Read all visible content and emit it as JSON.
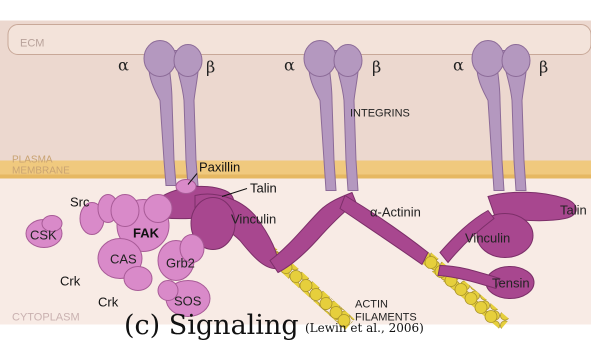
{
  "regions": {
    "ecm": "ECM",
    "membrane_line1": "PLASMA",
    "membrane_line2": "MEMBRANE",
    "cytoplasm": "CYTOPLASM"
  },
  "integrins": {
    "label": "INTEGRINS",
    "alpha": "α",
    "beta": "β"
  },
  "proteins": {
    "paxillin": "Paxillin",
    "talin": "Talin",
    "talin_right": "Talin",
    "vinculin": "Vinculin",
    "vinculin_right": "Vinculin",
    "alpha_actinin": "α-Actinin",
    "tensin": "Tensin",
    "src": "Src",
    "csk": "CSK",
    "fak": "FAK",
    "cas": "CAS",
    "grb2": "Grb2",
    "crk_left": "Crk",
    "crk_bottom": "Crk",
    "sos": "SOS"
  },
  "actin": {
    "line1": "ACTIN",
    "line2": "FILAMENTS"
  },
  "caption": {
    "main": "(c) Signaling",
    "citation": "(Lewin et al., 2006)"
  },
  "colors": {
    "ecm_band": "#eddcd2",
    "membrane_band": "#f2d08c",
    "integrin": "#b498bf",
    "linker": "#a8478f",
    "signaling": "#d98ac9",
    "actin": "#e8d13a",
    "cytoplasm": "#f8ebe5"
  }
}
